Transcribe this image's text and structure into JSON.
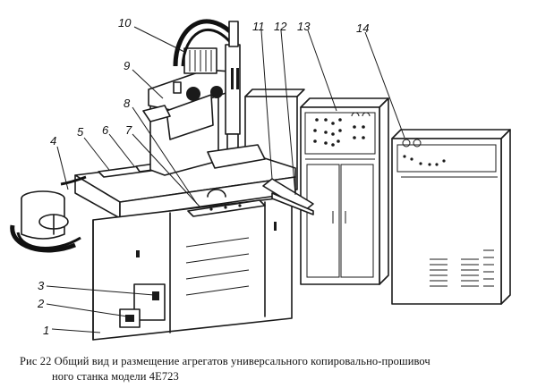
{
  "figure": {
    "callouts": [
      "1",
      "2",
      "3",
      "4",
      "5",
      "6",
      "7",
      "8",
      "9",
      "10",
      "11",
      "12",
      "13",
      "14"
    ]
  },
  "caption": {
    "line1": "Рис 22  Общий вид и размещение агрегатов универсального копировально-прошивоч",
    "line2": "ного станка модели 4Е723"
  }
}
